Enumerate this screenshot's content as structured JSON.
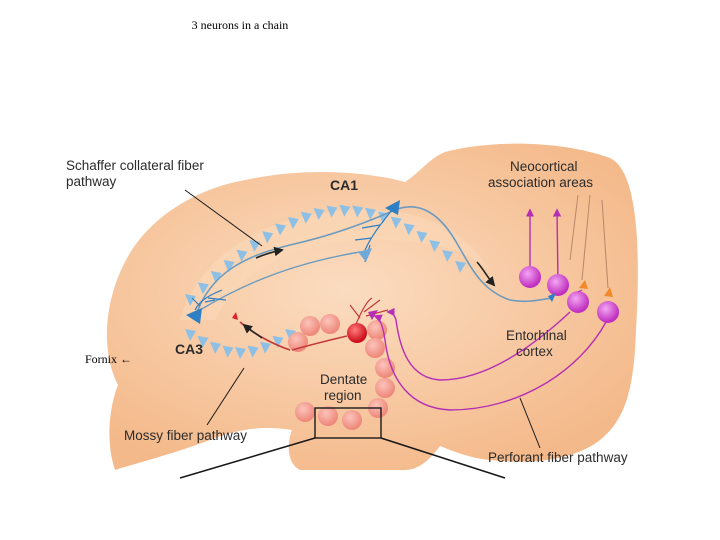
{
  "slide": {
    "title": "3 neurons in a chain",
    "fornix_label": "Fornix ←"
  },
  "diagram": {
    "labels": {
      "schaffer_line1": "Schaffer collateral fiber",
      "schaffer_line2": "pathway",
      "ca1": "CA1",
      "ca3": "CA3",
      "neocortical_line1": "Neocortical",
      "neocortical_line2": "association areas",
      "entorhinal_line1": "Entorhinal",
      "entorhinal_line2": "cortex",
      "dentate_line1": "Dentate",
      "dentate_line2": "region",
      "mossy": "Mossy fiber pathway",
      "perforant": "Perforant fiber pathway"
    },
    "colors": {
      "tissue": "#f6c59b",
      "tissue_light": "#fbdcc0",
      "pyramidal": "#8ec0e6",
      "neuron_blue": "#2f7fc4",
      "granule": "#f29a8d",
      "dentate_red": "#e01e2a",
      "entorhinal": "#cc33cc",
      "axon": "#6d9bbf"
    }
  }
}
